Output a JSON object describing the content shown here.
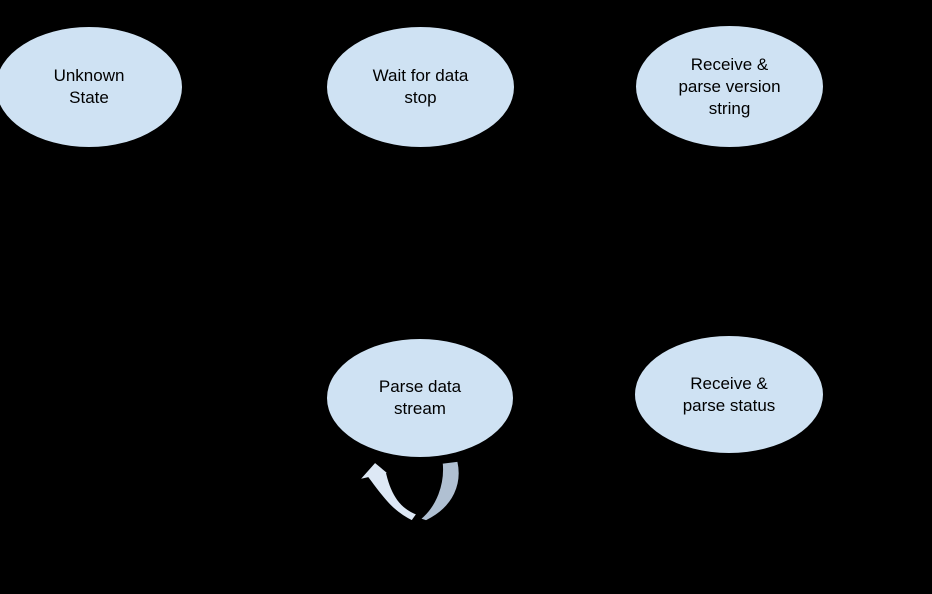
{
  "diagram": {
    "background_color": "#000000",
    "node_fill_color": "#cfe2f3",
    "node_border_color": "#000000",
    "text_color": "#000000",
    "nodes": [
      {
        "id": "unknown-state",
        "label": "Unknown\nState"
      },
      {
        "id": "wait-for-data-stop",
        "label": "Wait for data\nstop"
      },
      {
        "id": "receive-parse-version-string",
        "label": "Receive &\nparse version\nstring"
      },
      {
        "id": "parse-data-stream",
        "label": "Parse data\nstream"
      },
      {
        "id": "receive-parse-status",
        "label": "Receive &\nparse status"
      }
    ],
    "self_loop_arrow": {
      "attached_to": "parse-data-stream",
      "left_limb_color": "#dde8f5",
      "right_limb_color": "#b0c0d2",
      "outline_color": "#000000"
    }
  }
}
